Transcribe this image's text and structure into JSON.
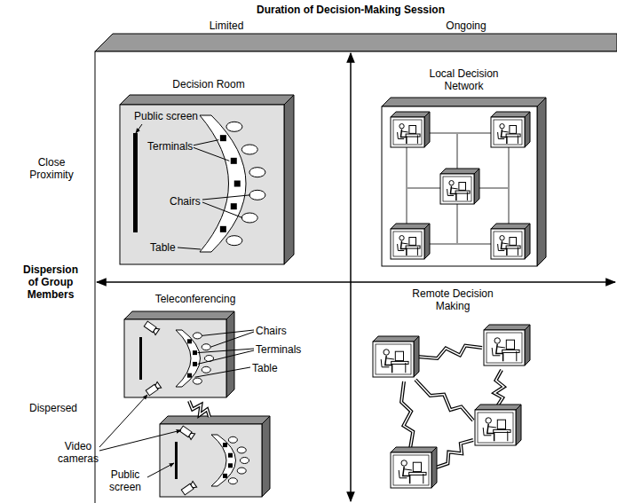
{
  "diagram": {
    "nodes": [
      {
        "text": [
          "Decision Room"
        ]
      },
      {
        "text": [
          "Local Decision Network"
        ]
      },
      {
        "text": [
          "Teleconferencing"
        ]
      },
      {
        "text": [
          "Remote Decision Making"
        ]
      }
    ],
    "labels": [
      "Duration of Decision-Making Session",
      "Limited",
      "Ongoing",
      "Close Proximity",
      "Dispersion of Group Members",
      "Dispersed",
      "Public screen",
      "Terminals",
      "Chairs",
      "Table",
      "Chairs",
      "Terminals",
      "Table",
      "Video cameras",
      "Public screen"
    ]
  }
}
